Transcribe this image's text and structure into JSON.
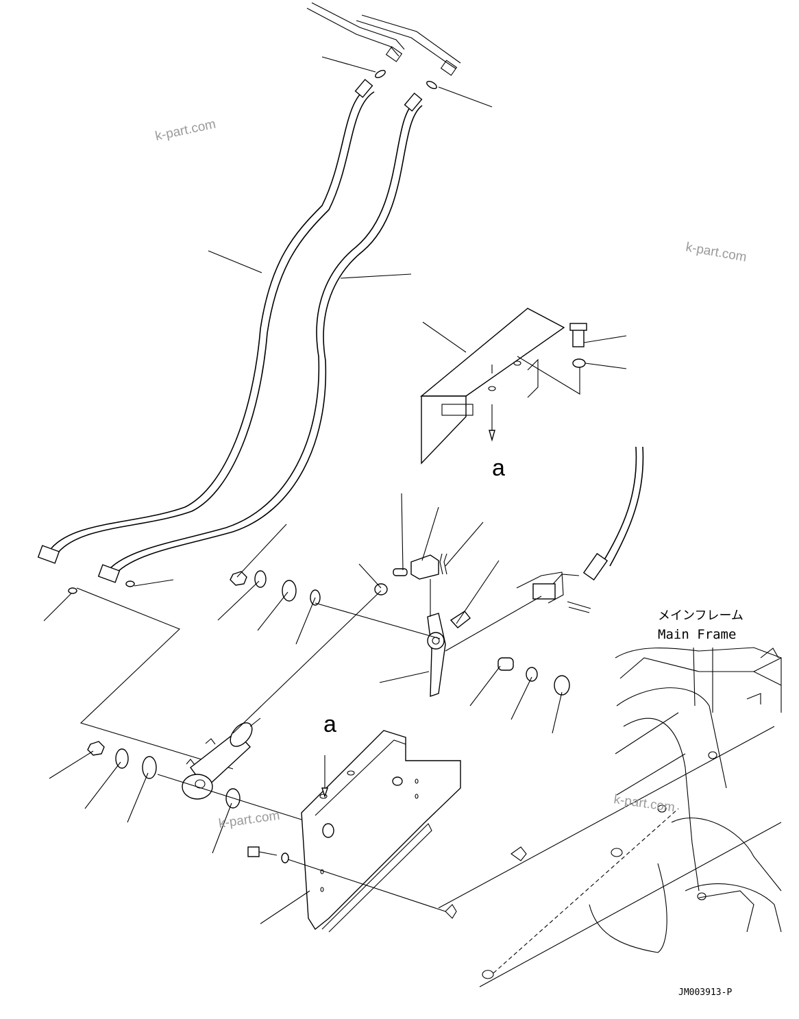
{
  "watermarks": [
    "k-part.com",
    "k-part.com",
    "k-part.com"
  ],
  "view_markers": [
    "a",
    "a"
  ],
  "frame_label": {
    "jp": "メインフレーム",
    "en": "Main Frame"
  },
  "drawing_id": "JM003913-P"
}
